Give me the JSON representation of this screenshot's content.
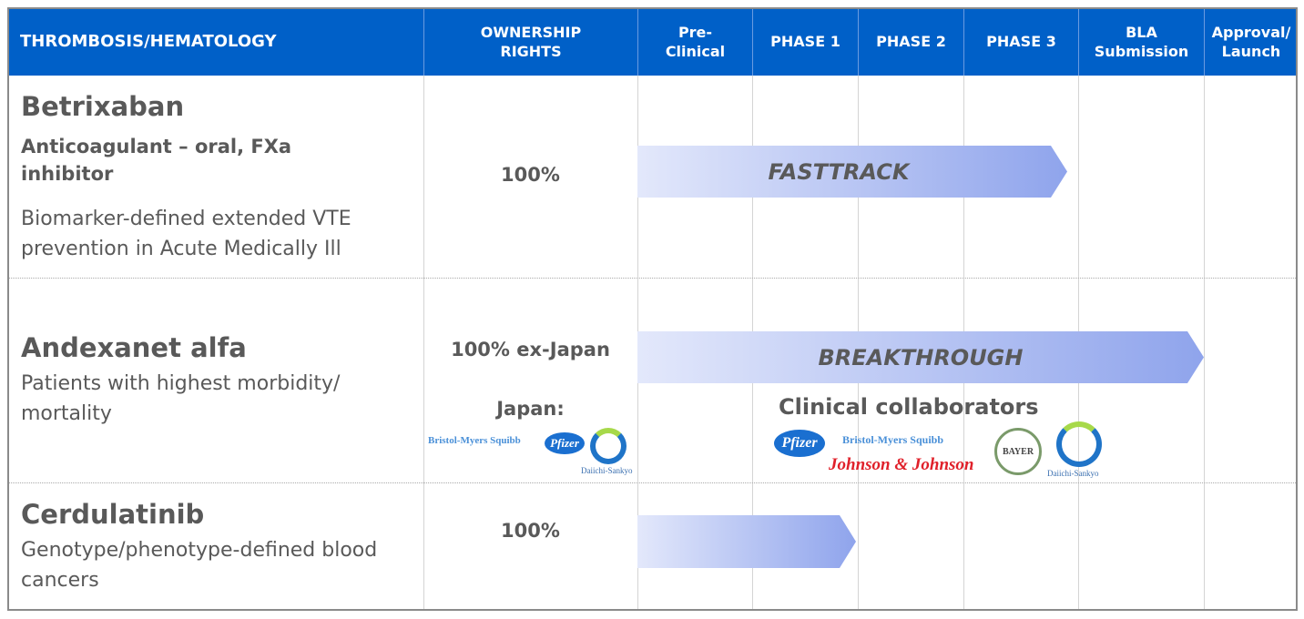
{
  "header": {
    "area": "THROMBOSIS/HEMATOLOGY",
    "ownership": "OWNERSHIP RIGHTS",
    "phases": [
      "Pre-Clinical",
      "PHASE 1",
      "PHASE 2",
      "PHASE 3",
      "BLA Submission",
      "Approval/ Launch"
    ]
  },
  "rows": [
    {
      "name": "Betrixaban",
      "subtitle": "Anticoagulant – oral, FXa inhibitor",
      "indication": "Biomarker-defined extended VTE prevention in Acute Medically Ill",
      "ownership": "100%",
      "designation": "FASTTRACK",
      "stage": "Phase 3"
    },
    {
      "name": "Andexanet alfa",
      "indication": "Patients with highest morbidity/ mortality",
      "ownership": "100% ex-Japan",
      "japan_label": "Japan:",
      "japan_partners": [
        "Bristol-Myers Squibb",
        "Pfizer",
        "Daiichi-Sankyo"
      ],
      "designation": "BREAKTHROUGH",
      "stage": "BLA Submission",
      "collab_label": "Clinical collaborators",
      "collaborators": [
        "Pfizer",
        "Bristol-Myers Squibb",
        "Johnson & Johnson",
        "BAYER",
        "Daiichi-Sankyo"
      ]
    },
    {
      "name": "Cerdulatinib",
      "indication": "Genotype/phenotype-defined blood cancers",
      "ownership": "100%",
      "stage": "Phase 1"
    }
  ],
  "colors": {
    "header": "#0060c8",
    "text": "#595959"
  }
}
